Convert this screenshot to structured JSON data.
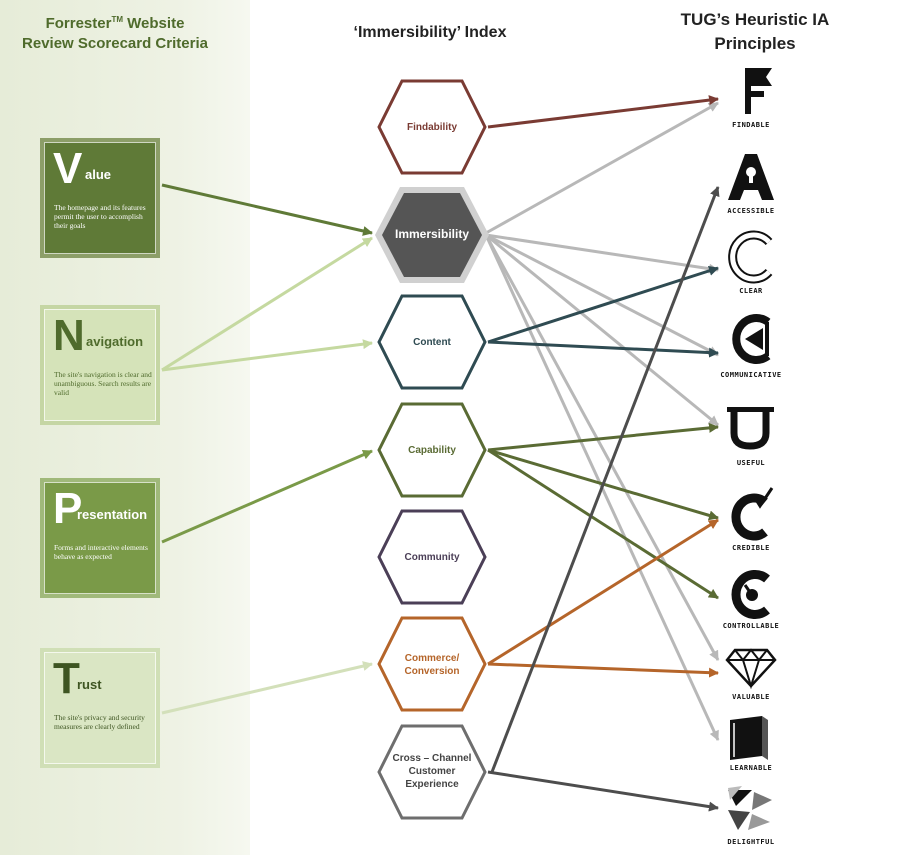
{
  "left_column": {
    "title_brand": "Forrester",
    "title_tm": "TM",
    "title_rest": " Website",
    "title_line2": "Review Scorecard Criteria"
  },
  "middle_column": {
    "title": "‘Immersibility’ Index"
  },
  "right_column": {
    "title_line1": "TUG’s Heuristic IA",
    "title_line2": "Principles"
  },
  "criteria": [
    {
      "letter": "V",
      "rest": "alue",
      "desc": "The homepage and its features permit the user to accomplish their goals"
    },
    {
      "letter": "N",
      "rest": "avigation",
      "desc": "The site's navigation is clear and unambiguous. Search results are valid"
    },
    {
      "letter": "P",
      "rest": "resentation",
      "desc": "Forms and interactive elements behave as expected"
    },
    {
      "letter": "T",
      "rest": "rust",
      "desc": "The site's privacy and security measures are clearly defined"
    }
  ],
  "index_items": [
    {
      "line1": "Findability",
      "line2": "",
      "line3": "",
      "color": "#7a3b33"
    },
    {
      "line1": "Immersibility",
      "line2": "",
      "line3": "",
      "color": "#4a4a4a"
    },
    {
      "line1": "Content",
      "line2": "",
      "line3": "",
      "color": "#2f4b52"
    },
    {
      "line1": "Capability",
      "line2": "",
      "line3": "",
      "color": "#5a6b34"
    },
    {
      "line1": "Community",
      "line2": "",
      "line3": "",
      "color": "#4b3f57"
    },
    {
      "line1": "Commerce/",
      "line2": "Conversion",
      "line3": "",
      "color": "#b5652a"
    },
    {
      "line1": "Cross – Channel",
      "line2": "Customer",
      "line3": "Experience",
      "color": "#6e6e6e"
    }
  ],
  "principles": [
    {
      "label": "Findable",
      "icon": "flag-F-icon"
    },
    {
      "label": "Accessible",
      "icon": "keyhole-A-icon"
    },
    {
      "label": "Clear",
      "icon": "outline-C-icon"
    },
    {
      "label": "Communicative",
      "icon": "megaphone-C-icon"
    },
    {
      "label": "Useful",
      "icon": "U-icon"
    },
    {
      "label": "Credible",
      "icon": "check-C-icon"
    },
    {
      "label": "Controllable",
      "icon": "dial-C-icon"
    },
    {
      "label": "Valuable",
      "icon": "diamond-icon"
    },
    {
      "label": "Learnable",
      "icon": "book-icon"
    },
    {
      "label": "Delightful",
      "icon": "burst-icon"
    }
  ],
  "colors": {
    "value_green": "#5f7a37",
    "navigation_green": "#c5d9a0",
    "presentation_green": "#7a9a48",
    "trust_green": "#d0dfb6",
    "findability": "#7a3b33",
    "immersibility": "#4a4a4a",
    "content": "#2f4b52",
    "capability": "#5a6b34",
    "commerce": "#b5652a",
    "cross_channel": "#4d4d4d",
    "grey_arrow": "#b8b8b8"
  }
}
